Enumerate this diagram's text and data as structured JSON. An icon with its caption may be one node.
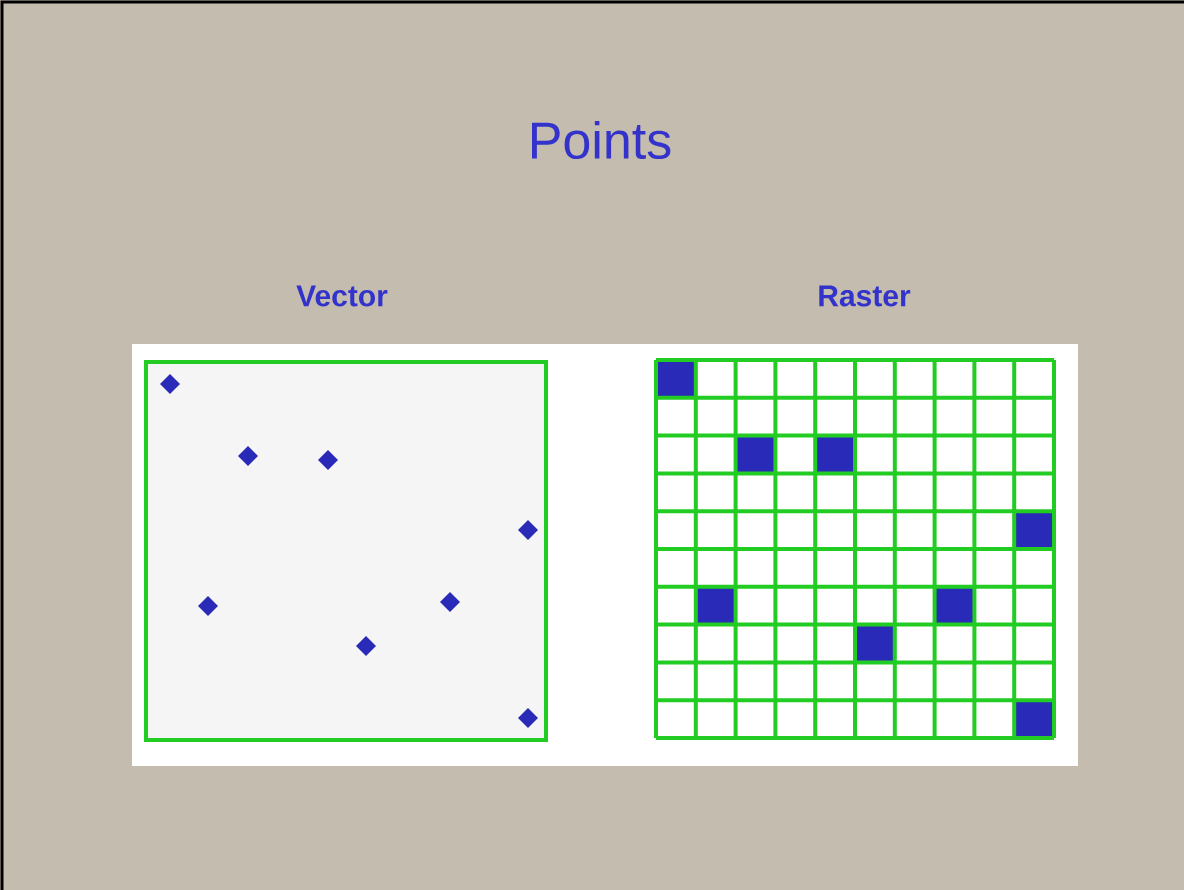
{
  "diagram": {
    "title": "Points",
    "labels": [
      "Vector",
      "Raster"
    ]
  }
}
